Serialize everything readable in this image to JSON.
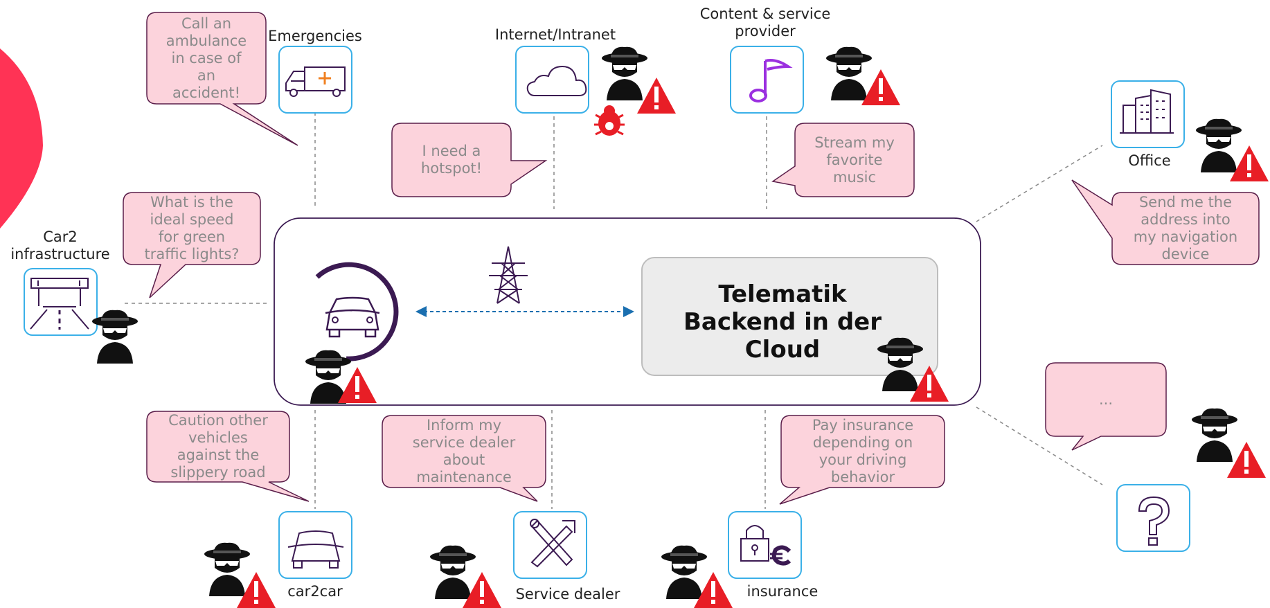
{
  "colors": {
    "bubble_fill": "#fcd3dc",
    "bubble_stroke": "#5a1e4a",
    "icon_border": "#3ab0e8",
    "main_stroke": "#3b1a52",
    "warning_red": "#e81e26",
    "arrow_blue": "#1a6fb0",
    "backend_fill": "#ececec"
  },
  "backend": {
    "title": "Telematik\nBackend in der\nCloud"
  },
  "labels": {
    "emergencies": "Emergencies",
    "internet": "Internet/Intranet",
    "content": "Content & service\nprovider",
    "office": "Office",
    "car2infra": "Car2\ninfrastructure",
    "car2car": "car2car",
    "service_dealer": "Service dealer",
    "insurance": "insurance"
  },
  "bubbles": {
    "ambulance": "Call an\nambulance\nin case of\nan\naccident!",
    "hotspot": "I need a\nhotspot!",
    "music": "Stream my\nfavorite\nmusic",
    "speed": "What is the\nideal speed\nfor green\ntraffic lights?",
    "navigation": "Send me the\naddress into\nmy navigation\ndevice",
    "more": "...",
    "caution": "Caution other\nvehicles\nagainst the\nslippery road",
    "dealer": "Inform my\nservice dealer\nabout\nmaintenance",
    "insurance": "Pay insurance\ndepending on\nyour driving\nbehavior"
  },
  "icons": [
    "ambulance-truck",
    "cloud",
    "music-note",
    "office-buildings",
    "road-gantry",
    "car",
    "tools",
    "lock-euro",
    "question-mark",
    "power-pylon",
    "bug",
    "hacker",
    "warning"
  ]
}
